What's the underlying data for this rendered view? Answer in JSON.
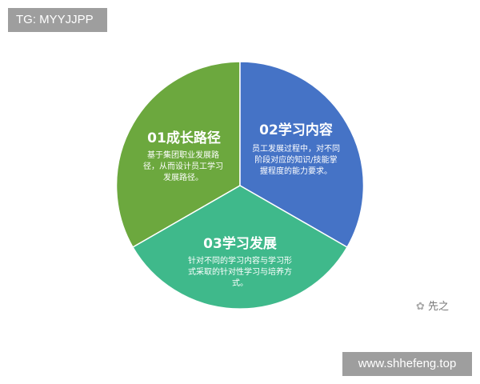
{
  "top_tag": "TG: MYYJJPP",
  "site_tag": "www.shhefeng.top",
  "watermark": "先之",
  "colors": {
    "segment1": "#6ca83e",
    "segment2": "#4573c6",
    "segment3": "#3fb98b"
  },
  "segments": [
    {
      "title": "01成长路径",
      "desc": "基于集团职业发展路径，从而设计员工学习发展路径。"
    },
    {
      "title": "02学习内容",
      "desc": "员工发展过程中，对不同阶段对应的知识/技能掌握程度的能力要求。"
    },
    {
      "title": "03学习发展",
      "desc": "针对不同的学习内容与学习形式采取的针对性学习与培养方式。"
    }
  ]
}
